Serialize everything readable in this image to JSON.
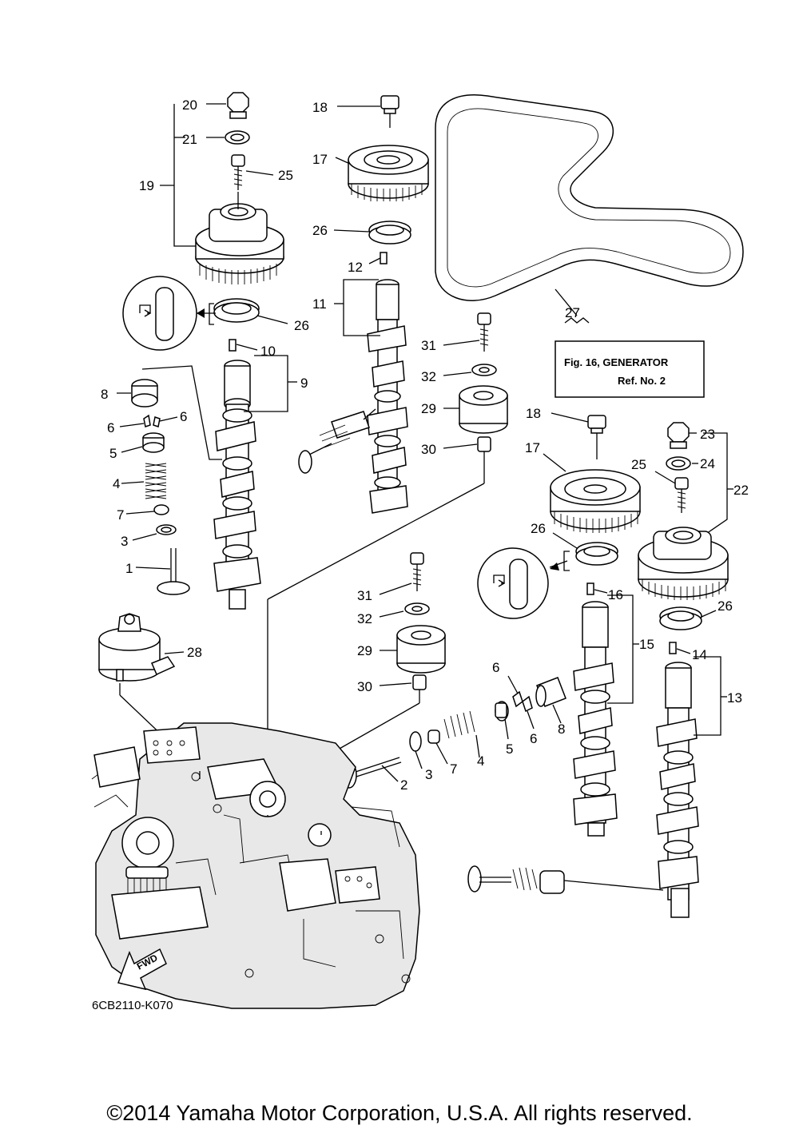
{
  "diagram": {
    "callouts": [
      {
        "id": "c20a",
        "label": "20"
      },
      {
        "id": "c21a",
        "label": "21"
      },
      {
        "id": "c19",
        "label": "19"
      },
      {
        "id": "c25a",
        "label": "25"
      },
      {
        "id": "c26a",
        "label": "26"
      },
      {
        "id": "c10",
        "label": "10"
      },
      {
        "id": "c9",
        "label": "9"
      },
      {
        "id": "c8a",
        "label": "8"
      },
      {
        "id": "c6a",
        "label": "6"
      },
      {
        "id": "c6b",
        "label": "6"
      },
      {
        "id": "c5a",
        "label": "5"
      },
      {
        "id": "c4a",
        "label": "4"
      },
      {
        "id": "c7a",
        "label": "7"
      },
      {
        "id": "c3a",
        "label": "3"
      },
      {
        "id": "c1",
        "label": "1"
      },
      {
        "id": "c18a",
        "label": "18"
      },
      {
        "id": "c17a",
        "label": "17"
      },
      {
        "id": "c26b",
        "label": "26"
      },
      {
        "id": "c12",
        "label": "12"
      },
      {
        "id": "c11",
        "label": "11"
      },
      {
        "id": "c31a",
        "label": "31"
      },
      {
        "id": "c32a",
        "label": "32"
      },
      {
        "id": "c29a",
        "label": "29"
      },
      {
        "id": "c30a",
        "label": "30"
      },
      {
        "id": "c27",
        "label": "27"
      },
      {
        "id": "c18b",
        "label": "18"
      },
      {
        "id": "c17b",
        "label": "17"
      },
      {
        "id": "c26c",
        "label": "26"
      },
      {
        "id": "c23",
        "label": "23"
      },
      {
        "id": "c24",
        "label": "24"
      },
      {
        "id": "c25b",
        "label": "25"
      },
      {
        "id": "c22",
        "label": "22"
      },
      {
        "id": "c16",
        "label": "16"
      },
      {
        "id": "c15",
        "label": "15"
      },
      {
        "id": "c26d",
        "label": "26"
      },
      {
        "id": "c14",
        "label": "14"
      },
      {
        "id": "c13",
        "label": "13"
      },
      {
        "id": "c31b",
        "label": "31"
      },
      {
        "id": "c32b",
        "label": "32"
      },
      {
        "id": "c29b",
        "label": "29"
      },
      {
        "id": "c30b",
        "label": "30"
      },
      {
        "id": "c28",
        "label": "28"
      },
      {
        "id": "c6c",
        "label": "6"
      },
      {
        "id": "c6d",
        "label": "6"
      },
      {
        "id": "c8b",
        "label": "8"
      },
      {
        "id": "c5b",
        "label": "5"
      },
      {
        "id": "c4b",
        "label": "4"
      },
      {
        "id": "c7b",
        "label": "7"
      },
      {
        "id": "c3b",
        "label": "3"
      },
      {
        "id": "c2",
        "label": "2"
      }
    ],
    "reference_box": {
      "line1": "Fig. 16, GENERATOR",
      "line2": "Ref. No. 2"
    },
    "direction_arrow": "FWD",
    "drawing_code": "6CB2110-K070"
  },
  "footer": {
    "copyright": "©2014 Yamaha Motor Corporation, U.S.A. All rights reserved."
  }
}
